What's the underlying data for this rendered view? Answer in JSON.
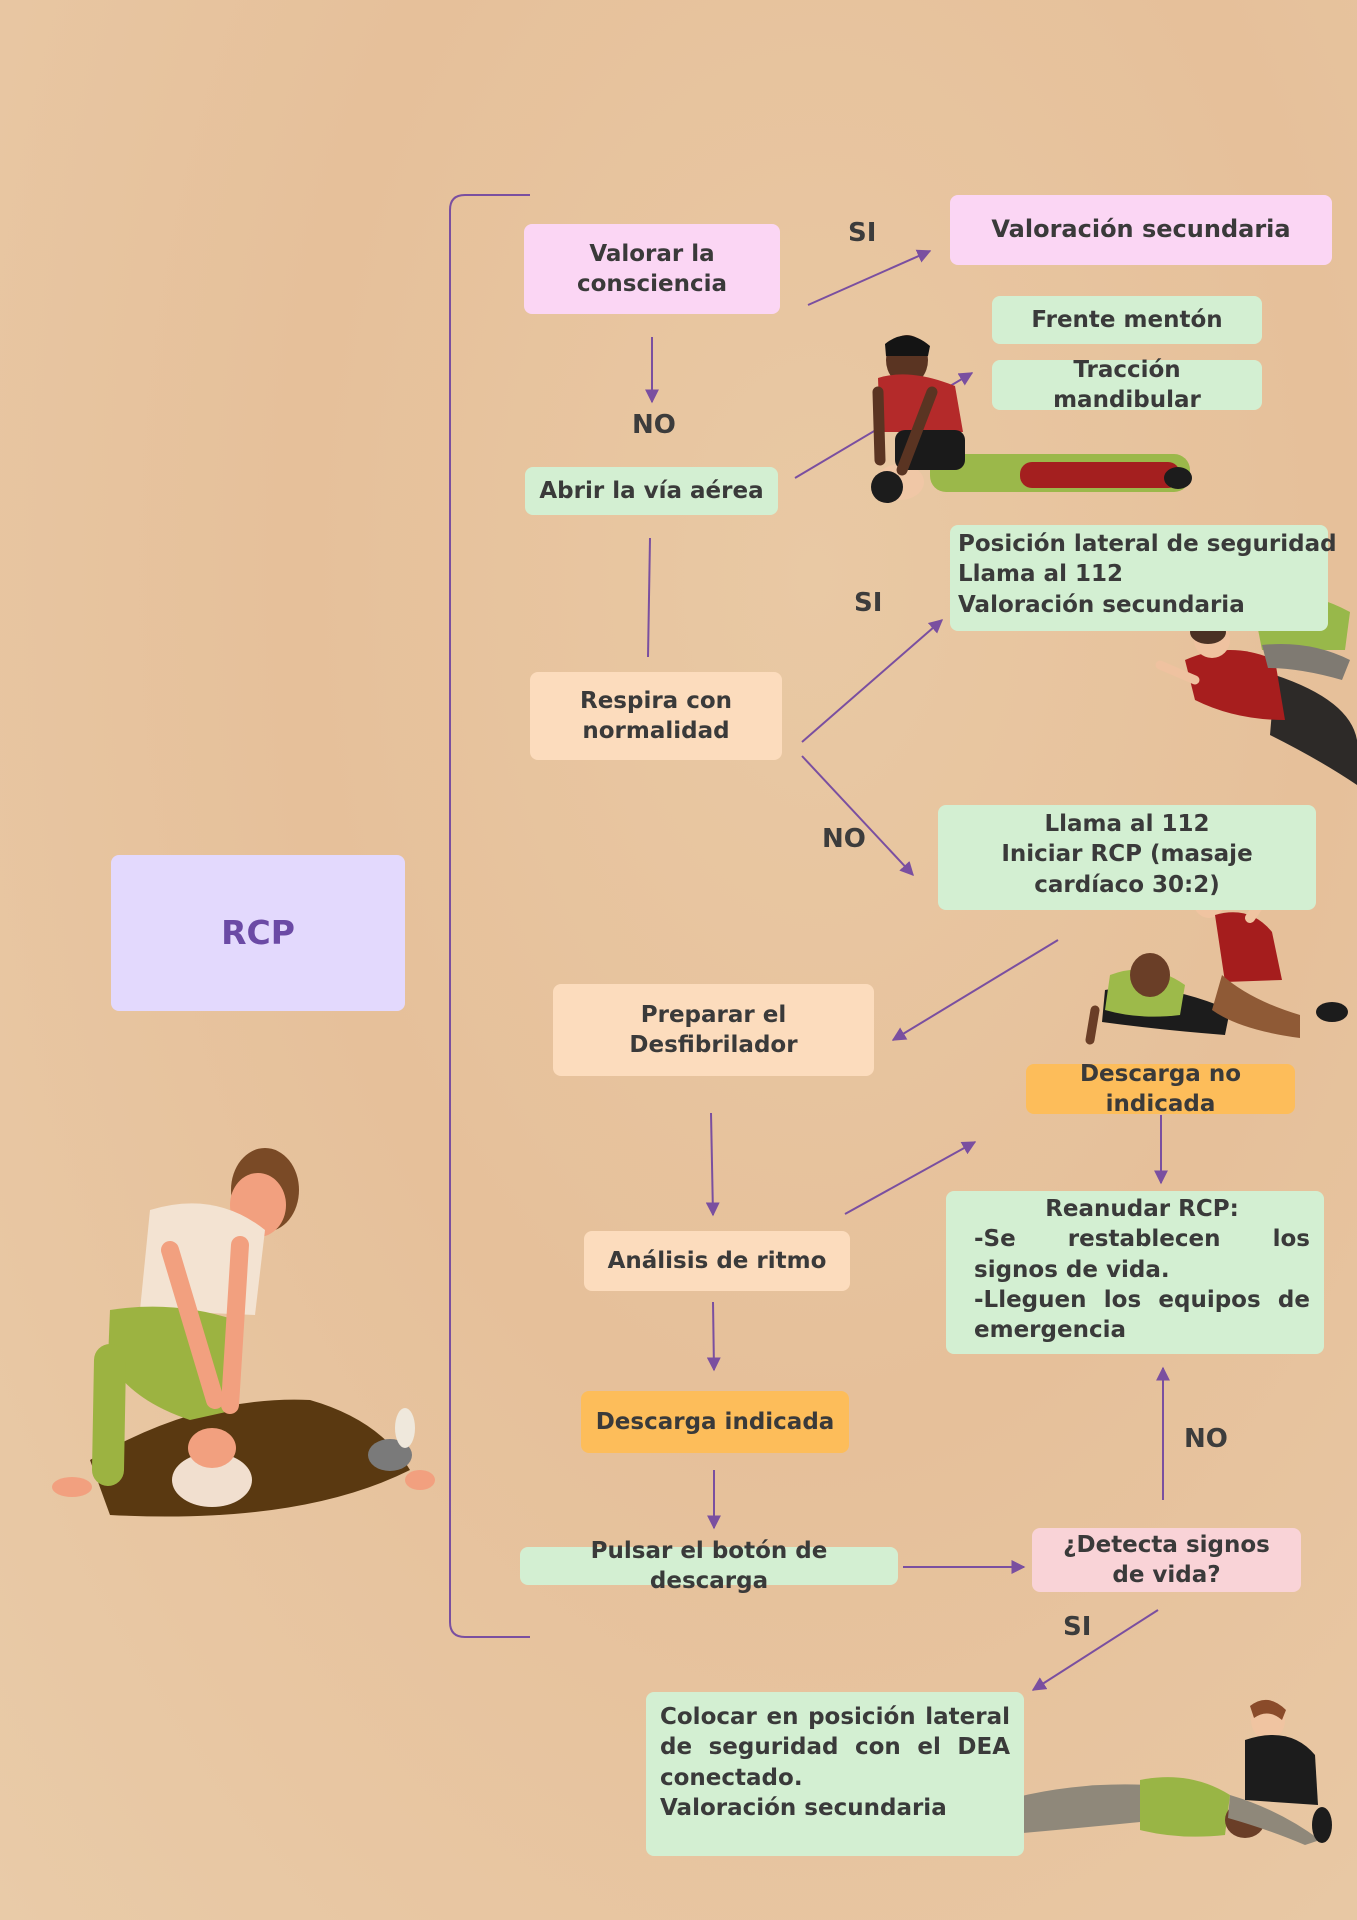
{
  "diagram": {
    "root": "RCP",
    "nodes": {
      "valorar": "Valorar la consciencia",
      "val_sec_1": "Valoración secundaria",
      "frente": "Frente mentón",
      "traccion": "Tracción mandibular",
      "abrir": "Abrir la vía aérea",
      "posicion": [
        "Posición lateral de seguridad",
        "Llama al 112",
        "Valoración secundaria"
      ],
      "respira": "Respira con normalidad",
      "iniciar": [
        "Llama al 112",
        "Iniciar RCP (masaje cardíaco 30:2)"
      ],
      "preparar": "Preparar el Desfibrilador",
      "no_indicada": "Descarga no indicada",
      "analisis": "Análisis de ritmo",
      "reanudar_title": "Reanudar RCP:",
      "reanudar_items": [
        "-Se restablecen los signos de vida.",
        "-Lleguen los equipos de emergencia"
      ],
      "indicada": "Descarga indicada",
      "pulsar": "Pulsar el botón de descarga",
      "detecta": "¿Detecta signos de vida?",
      "colocar": [
        "Colocar en posición lateral de seguridad con el DEA conectado.",
        "Valoración secundaria"
      ]
    },
    "labels": {
      "si_1": "SI",
      "no_1": "NO",
      "si_2": "SI",
      "no_2": "NO",
      "no_3": "NO",
      "si_3": "SI"
    },
    "colors": {
      "arrow": "#7a4fa0",
      "pink": "#fbd6f4",
      "green": "#d3efd2",
      "peach": "#fcdcbd",
      "orange": "#fdbd5a",
      "lavender": "#e3d9fd",
      "root_text": "#6b4aa5"
    },
    "illustrations": [
      "airway-opening-figures",
      "recovery-position-figures",
      "cpr-call-figures",
      "cpr-compression-figures",
      "aed-recovery-figures"
    ]
  }
}
